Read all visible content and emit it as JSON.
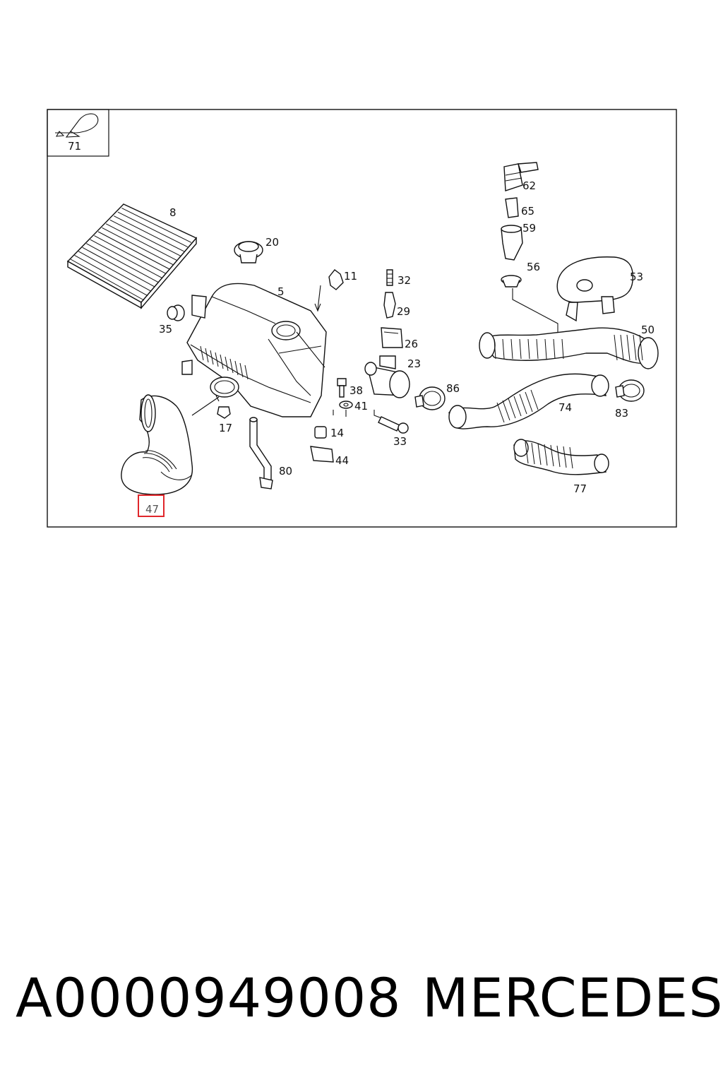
{
  "diagram": {
    "callouts": [
      {
        "id": "c71",
        "label": "71"
      },
      {
        "id": "c8",
        "label": "8"
      },
      {
        "id": "c20",
        "label": "20"
      },
      {
        "id": "c11",
        "label": "11"
      },
      {
        "id": "c32",
        "label": "32"
      },
      {
        "id": "c5",
        "label": "5"
      },
      {
        "id": "c35",
        "label": "35"
      },
      {
        "id": "c29",
        "label": "29"
      },
      {
        "id": "c26",
        "label": "26"
      },
      {
        "id": "c23",
        "label": "23"
      },
      {
        "id": "c38",
        "label": "38"
      },
      {
        "id": "c41",
        "label": "41"
      },
      {
        "id": "c17",
        "label": "17"
      },
      {
        "id": "c14",
        "label": "14"
      },
      {
        "id": "c33",
        "label": "33"
      },
      {
        "id": "c44",
        "label": "44"
      },
      {
        "id": "c80",
        "label": "80"
      },
      {
        "id": "c47",
        "label": "47",
        "highlighted": true
      },
      {
        "id": "c62",
        "label": "62"
      },
      {
        "id": "c65",
        "label": "65"
      },
      {
        "id": "c59",
        "label": "59"
      },
      {
        "id": "c56",
        "label": "56"
      },
      {
        "id": "c53",
        "label": "53"
      },
      {
        "id": "c50",
        "label": "50"
      },
      {
        "id": "c86",
        "label": "86"
      },
      {
        "id": "c74",
        "label": "74"
      },
      {
        "id": "c83",
        "label": "83"
      },
      {
        "id": "c77",
        "label": "77"
      }
    ],
    "highlight_color": "#e0262b"
  },
  "footer": {
    "part_number": "A0000949008",
    "brand": "MERCEDES"
  }
}
